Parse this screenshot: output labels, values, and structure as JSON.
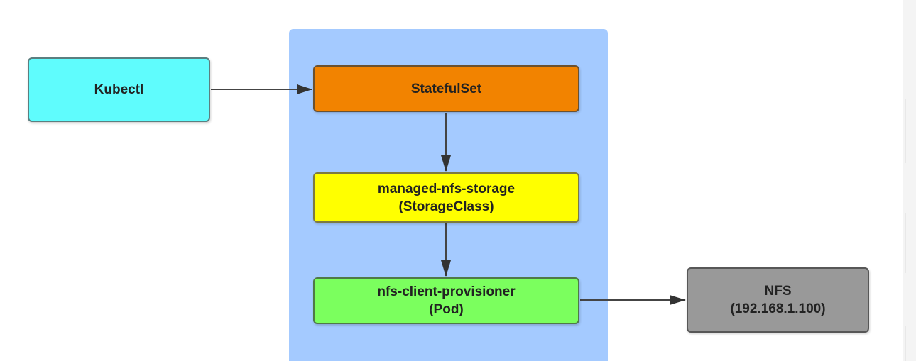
{
  "diagram": {
    "nodes": {
      "kubectl": {
        "label": "Kubectl",
        "fill": "#5ffcfd"
      },
      "statefulset": {
        "label": "StatefulSet",
        "fill": "#f28300"
      },
      "storageclass": {
        "line1": "managed-nfs-storage",
        "line2": "(StorageClass)",
        "fill": "#ffff00"
      },
      "provisioner": {
        "line1": "nfs-client-provisioner",
        "line2": "(Pod)",
        "fill": "#7bff5e"
      },
      "nfs": {
        "line1": "NFS",
        "line2": "(192.168.1.100)",
        "fill": "#999999"
      }
    },
    "cluster_fill": "#a4caff",
    "edges": [
      {
        "from": "kubectl",
        "to": "statefulset"
      },
      {
        "from": "statefulset",
        "to": "storageclass"
      },
      {
        "from": "storageclass",
        "to": "provisioner"
      },
      {
        "from": "provisioner",
        "to": "nfs"
      }
    ]
  }
}
